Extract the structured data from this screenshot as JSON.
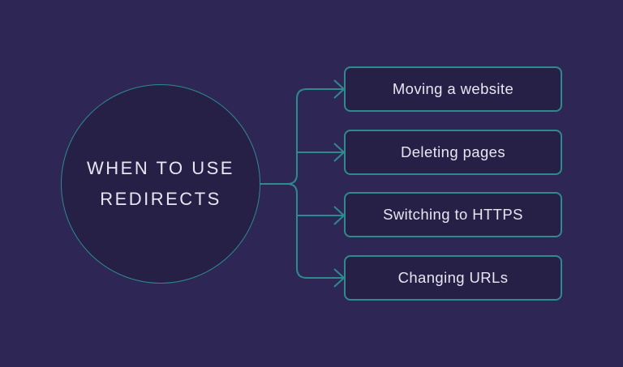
{
  "title": "When to use redirects diagram",
  "colors": {
    "background": "#2e2755",
    "node_fill": "#262046",
    "accent": "#2e8a8d",
    "text": "#e8e5f2"
  },
  "center": {
    "label": "WHEN TO USE REDIRECTS",
    "lines": [
      "WHEN TO USE",
      "REDIRECTS"
    ]
  },
  "nodes": [
    {
      "label": "Moving a website"
    },
    {
      "label": "Deleting pages"
    },
    {
      "label": "Switching to HTTPS"
    },
    {
      "label": "Changing URLs"
    }
  ]
}
